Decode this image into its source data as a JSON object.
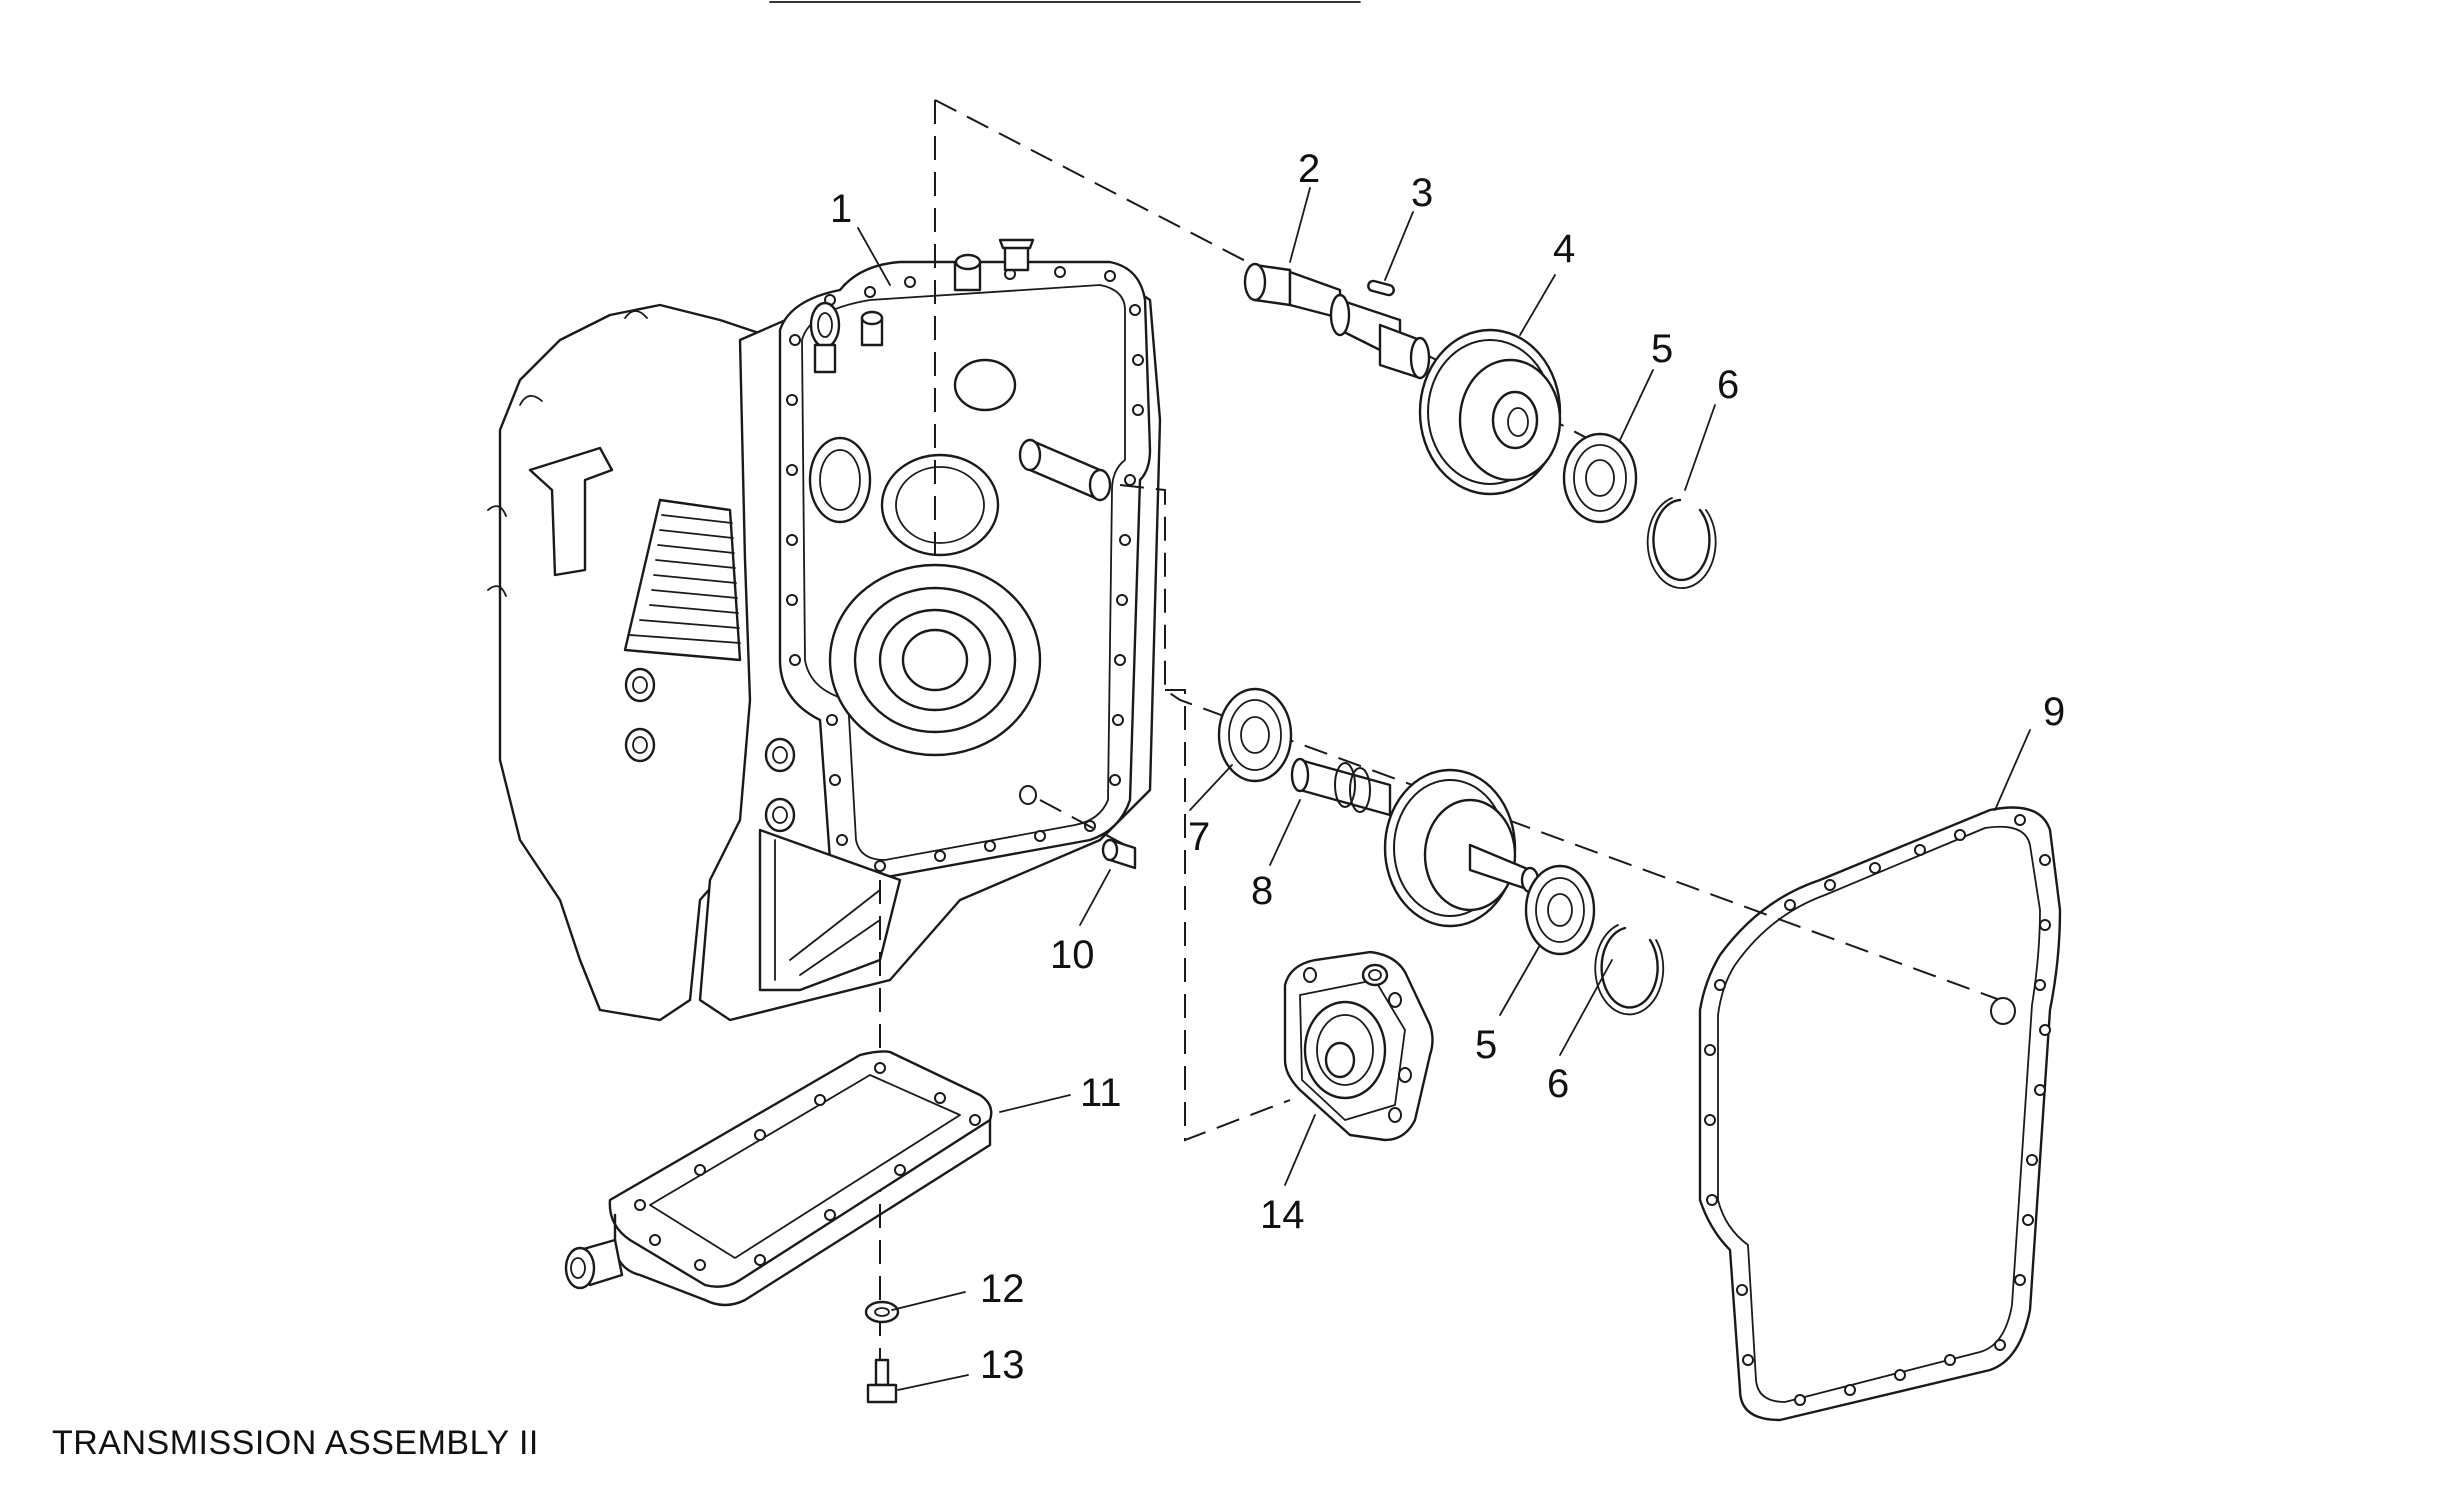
{
  "caption": "TRANSMISSION ASSEMBLY II",
  "callouts": [
    "1",
    "2",
    "3",
    "4",
    "5",
    "6",
    "7",
    "8",
    "5",
    "6",
    "9",
    "10",
    "11",
    "12",
    "13",
    "14"
  ]
}
